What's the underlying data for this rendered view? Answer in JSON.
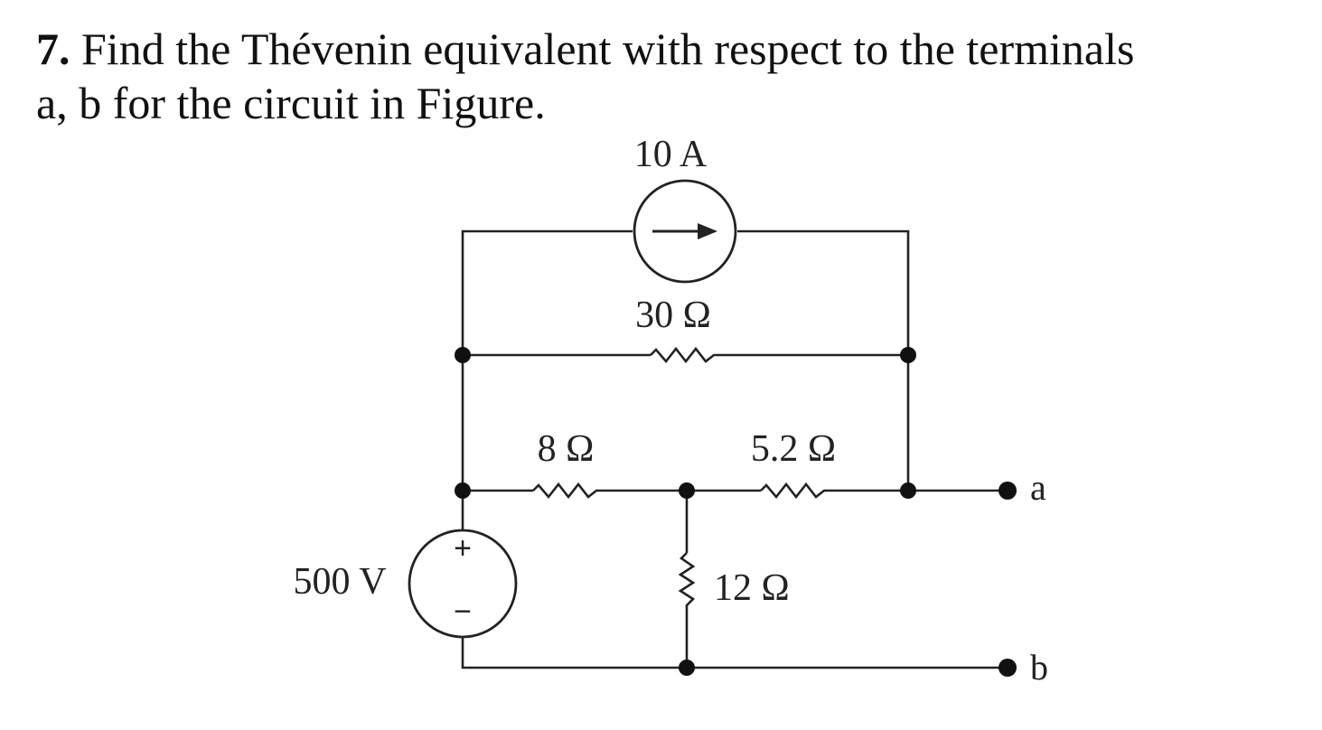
{
  "problem": {
    "number": "7.",
    "line1": "Find the Thévenin equivalent with respect to the terminals",
    "line2": "a, b for the circuit in Figure."
  },
  "circuit": {
    "current_source": {
      "label": "10 A"
    },
    "voltage_source": {
      "label": "500 V",
      "plus": "+",
      "minus": "−"
    },
    "resistors": {
      "r30": "30 Ω",
      "r8": "8 Ω",
      "r5_2": "5.2 Ω",
      "r12": "12 Ω"
    },
    "terminals": {
      "a": "a",
      "b": "b"
    }
  }
}
